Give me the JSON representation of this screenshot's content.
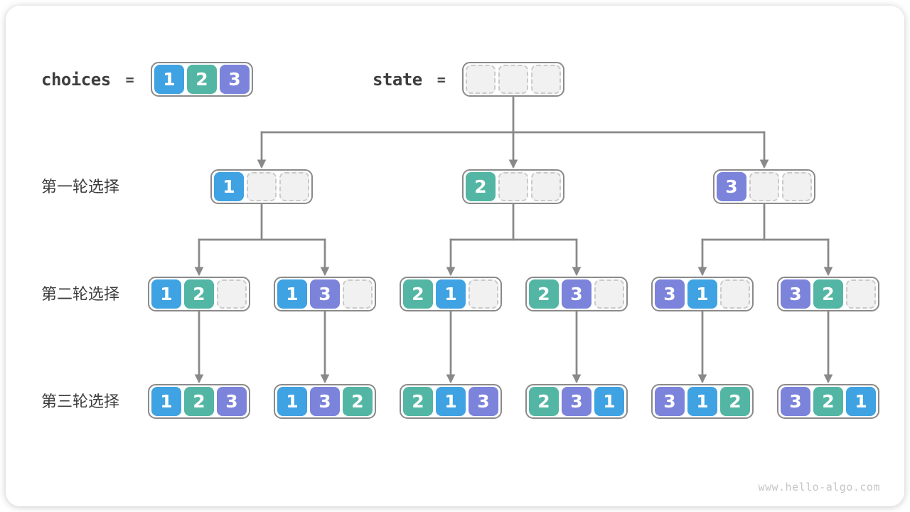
{
  "page": {
    "watermark": "www.hello-algo.com"
  },
  "legend": {
    "choices_label": "choices",
    "choices_equals": "=",
    "state_label": "state",
    "state_equals": "=",
    "choices_array": {
      "cells": [
        "1",
        "2",
        "3"
      ]
    },
    "state_array": {
      "cells": [
        "",
        "",
        ""
      ]
    }
  },
  "rows": {
    "round1_label": "第一轮选择",
    "round2_label": "第二轮选择",
    "round3_label": "第三轮选择"
  },
  "colors": {
    "value1": "#3FA2E2",
    "value2": "#53B6A4",
    "value3": "#7B83DB",
    "arrow": "#898989",
    "node_border": "#8A8A8A",
    "empty_cell_bg": "#F1F1F1",
    "empty_cell_border": "#CACACA",
    "text": "#3D3D3D",
    "watermark": "#C6C6C6"
  },
  "tree": {
    "round1": [
      {
        "cells": [
          "1",
          "",
          ""
        ]
      },
      {
        "cells": [
          "2",
          "",
          ""
        ]
      },
      {
        "cells": [
          "3",
          "",
          ""
        ]
      }
    ],
    "round2": [
      {
        "cells": [
          "1",
          "2",
          ""
        ]
      },
      {
        "cells": [
          "1",
          "3",
          ""
        ]
      },
      {
        "cells": [
          "2",
          "1",
          ""
        ]
      },
      {
        "cells": [
          "2",
          "3",
          ""
        ]
      },
      {
        "cells": [
          "3",
          "1",
          ""
        ]
      },
      {
        "cells": [
          "3",
          "2",
          ""
        ]
      }
    ],
    "round3": [
      {
        "cells": [
          "1",
          "2",
          "3"
        ]
      },
      {
        "cells": [
          "1",
          "3",
          "2"
        ]
      },
      {
        "cells": [
          "2",
          "1",
          "3"
        ]
      },
      {
        "cells": [
          "2",
          "3",
          "1"
        ]
      },
      {
        "cells": [
          "3",
          "1",
          "2"
        ]
      },
      {
        "cells": [
          "3",
          "2",
          "1"
        ]
      }
    ]
  }
}
